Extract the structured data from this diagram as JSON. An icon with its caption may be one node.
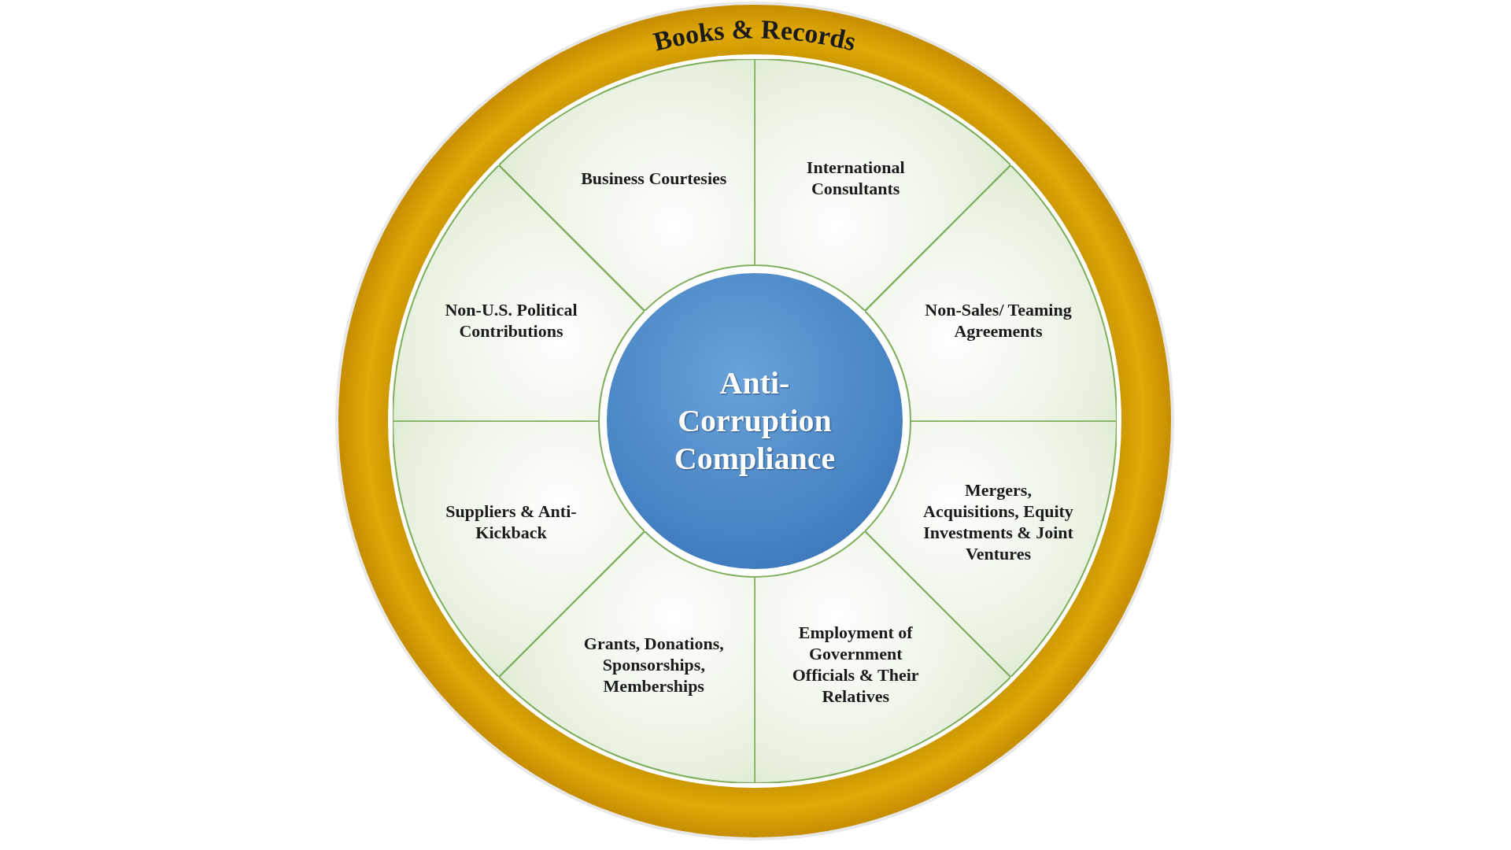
{
  "diagram": {
    "nodes": [
      {
        "text": [
          "Books & Records"
        ]
      },
      {
        "text": [
          "Anti-Corruption Compliance"
        ],
        "in": 0
      },
      {
        "text": [
          "Business Courtesies"
        ],
        "in": 0
      },
      {
        "text": [
          "International Consultants"
        ],
        "in": 0
      },
      {
        "text": [
          "Non-Sales/ Teaming Agreements"
        ],
        "in": 0
      },
      {
        "text": [
          "Mergers, Acquisitions, Equity Investments & Joint Ventures"
        ],
        "in": 0
      },
      {
        "text": [
          "Employment of Government Officials & Their Relatives"
        ],
        "in": 0
      },
      {
        "text": [
          "Grants, Donations, Sponsorships, Memberships"
        ],
        "in": 0
      },
      {
        "text": [
          "Suppliers & Anti-Kickback"
        ],
        "in": 0
      },
      {
        "text": [
          "Non-U.S. Political Contributions"
        ],
        "in": 0
      }
    ]
  }
}
